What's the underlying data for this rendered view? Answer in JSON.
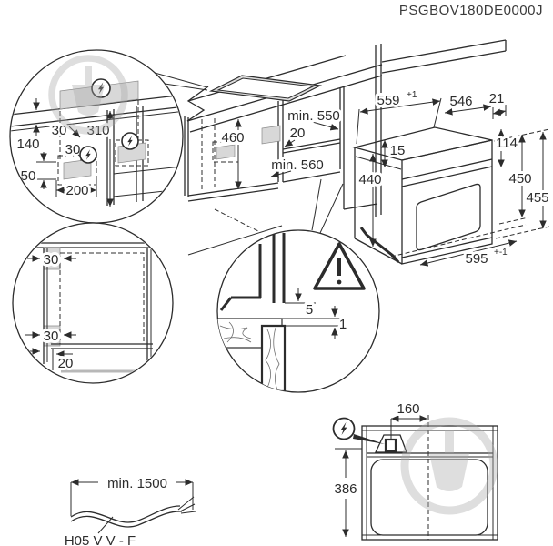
{
  "title_code": "PSGBOV180DE0000J",
  "icons": {
    "power_supply": "lightning-bolt-in-circle",
    "caution": "warning-triangle-exclamation"
  },
  "colors": {
    "line": "#2c2c2c",
    "zone_fill": "#d8d8d8",
    "cutout_fill": "#dcdcdc",
    "watermark": "#a9a9a9",
    "floor": "#b8b8b8"
  },
  "wall_detail": {
    "d140": "140",
    "d30_top": "30",
    "d310": "310",
    "d30_mid": "30",
    "d50": "50",
    "d200": "200"
  },
  "cabinet": {
    "d460": "460",
    "d550": "min. 550",
    "d20": "20",
    "d560": "min. 560"
  },
  "oven": {
    "d559": "559",
    "d559_tol": "+1",
    "d546": "546",
    "d21": "21",
    "d15": "15",
    "d114": "114",
    "d440": "440",
    "d450": "450",
    "d455": "455",
    "d595": "595",
    "d595_tol": "+-1"
  },
  "niche_front": {
    "d30_top": "30",
    "d30_bottom": "30",
    "d20": "20"
  },
  "gap_detail": {
    "d5": "5",
    "d1": "1"
  },
  "cable": {
    "length": "min. 1500",
    "type": "H05 V V - F"
  },
  "top_view": {
    "d160": "160",
    "d386": "386"
  }
}
